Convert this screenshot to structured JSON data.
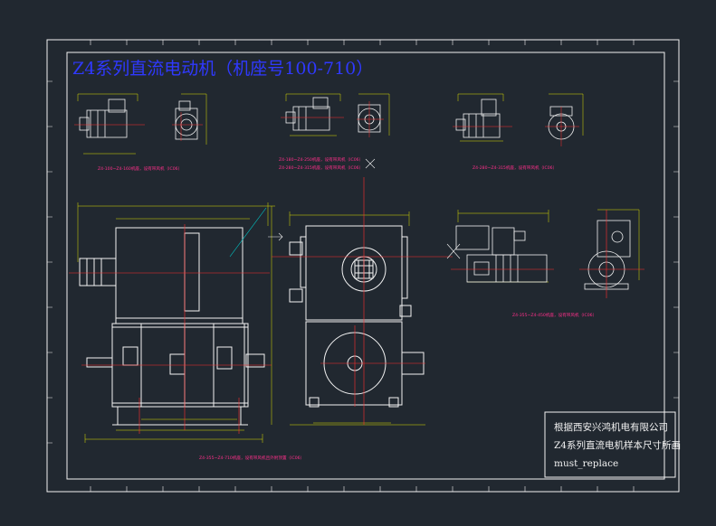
{
  "drawing": {
    "title": "Z4系列直流电动机（机座号100-710）",
    "captions": {
      "view1": "Z4-100~Z4-160机座，设有带风机（IC06）",
      "view2a": "Z4-180~Z4-250机座，设有带风机（IC06）",
      "view2b": "Z4-280~Z4-315机座，设有带风机（IC06）",
      "view3": "Z4-280~Z4-315机座，设有带风机（IC06）",
      "view4": "Z4-355~Z4-450机座，设有带风机（IC06）",
      "main": "Z4-355~Z4-710机座，设有带风机且外附顶置（IC06）"
    },
    "title_block": {
      "line1": "根据西安兴鸿机电有限公司",
      "line2": "Z4系列直流电机样本尺寸所画",
      "line3": "must_replace"
    }
  },
  "colors": {
    "background": "#212830",
    "outline": "#f2f2f2",
    "centerline": "#ff2d2d",
    "dimension": "#e0e000",
    "title": "#2f39ff",
    "caption": "#ff2f8a",
    "leader": "#00c8c8"
  }
}
